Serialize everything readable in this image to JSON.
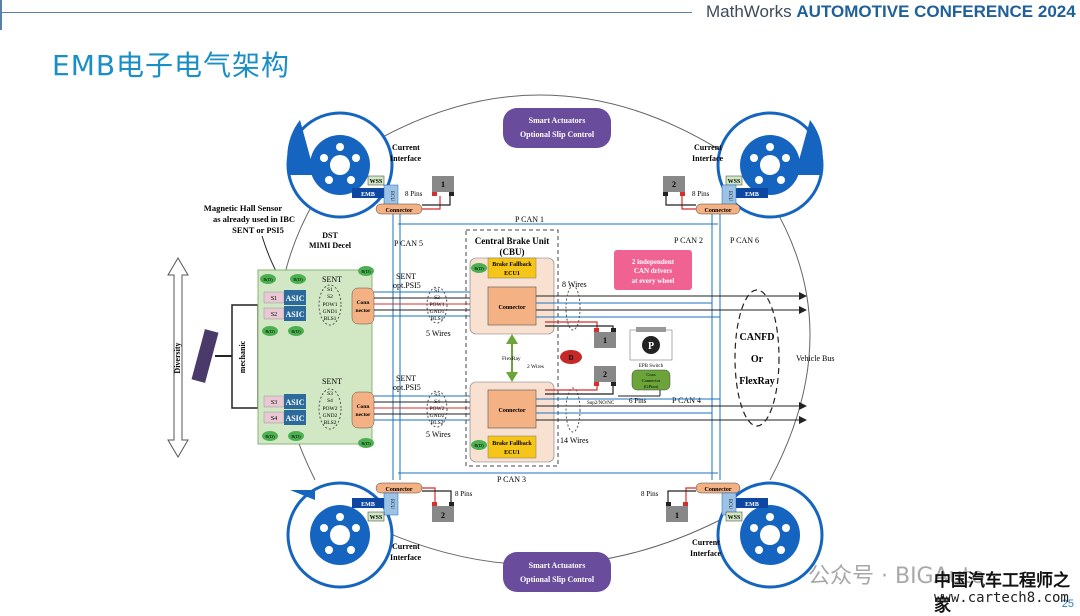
{
  "header": {
    "brand_prefix": "MathWorks",
    "brand_strong": "AUTOMOTIVE CONFERENCE 2024"
  },
  "slide": {
    "title": "EMB电子电气架构",
    "page_number": "25"
  },
  "diagram": {
    "smart_actuators": [
      "Smart Actuators",
      "Optional Slip Control"
    ],
    "current_interface": [
      "Current",
      "Interface"
    ],
    "wss": "WSS",
    "emb": "EMB",
    "ecu": "ECU",
    "connector": "Connector",
    "eight_pins": "8 Pins",
    "six_pins": "6 Pins",
    "box1": "1",
    "box2": "2",
    "pcan1": "P CAN 1",
    "pcan2": "P CAN 2",
    "pcan3": "P CAN 3",
    "pcan4": "P CAN 4",
    "pcan5": "P CAN 5",
    "pcan6": "P CAN 6",
    "hall_sensor": [
      "Magnetic Hall Sensor",
      "as already used in IBC",
      "SENT or PSI5"
    ],
    "dst": [
      "DST",
      "MIMI Decel"
    ],
    "cbu": [
      "Central Brake Unit",
      "(CBU)"
    ],
    "brake_fallback": "Brake Fallback",
    "ecu1": "ECU1",
    "b_d": "B(D)",
    "eight_wires": "8 Wires",
    "fourteen_wires": "14 Wires",
    "five_wires": "5 Wires",
    "two_wires": "2 Wires",
    "flexray": "FlexRay",
    "can_drivers": [
      "2 independent",
      "CAN drivers",
      "at every wheel"
    ],
    "canfd": [
      "CANFD",
      "Or",
      "FlexRay"
    ],
    "vehicle_bus": "Vehicle Bus",
    "sent": "SENT",
    "sent_opt": [
      "SENT",
      "opt.PSI5"
    ],
    "signals_top": [
      "S1",
      "S2",
      "POW1",
      "GND1",
      "BLS1"
    ],
    "signals_bottom": [
      "S3",
      "S4",
      "POW2",
      "GND2",
      "BLS2"
    ],
    "asic": "ASIC",
    "s_top": [
      "S1",
      "S2"
    ],
    "s_bottom": [
      "S3",
      "S4"
    ],
    "conn_short": [
      "Conn",
      "nector"
    ],
    "diversity": "Diversity",
    "mechanic": "mechanic",
    "d": "D",
    "epb_switch": "EPB Switch",
    "p_letter": "P",
    "coax_connector": [
      "Coax",
      "Connector",
      "(GPixn)"
    ],
    "sup": "Sup2/NO/NC"
  },
  "watermark": {
    "wechat": "公众号 · BIGAuto",
    "cn": "中国汽车工程师之家",
    "site": "www.cartech8.com"
  },
  "colors": {
    "title": "#1a8fc6",
    "wheel": "#1565c0",
    "emb": "#0d47a1",
    "actuator": "#6a4c9c",
    "signal_area": "#d2e8c4",
    "cbu": "#f8e1d0",
    "can_note": "#f06292",
    "connector": "#f4b183"
  }
}
